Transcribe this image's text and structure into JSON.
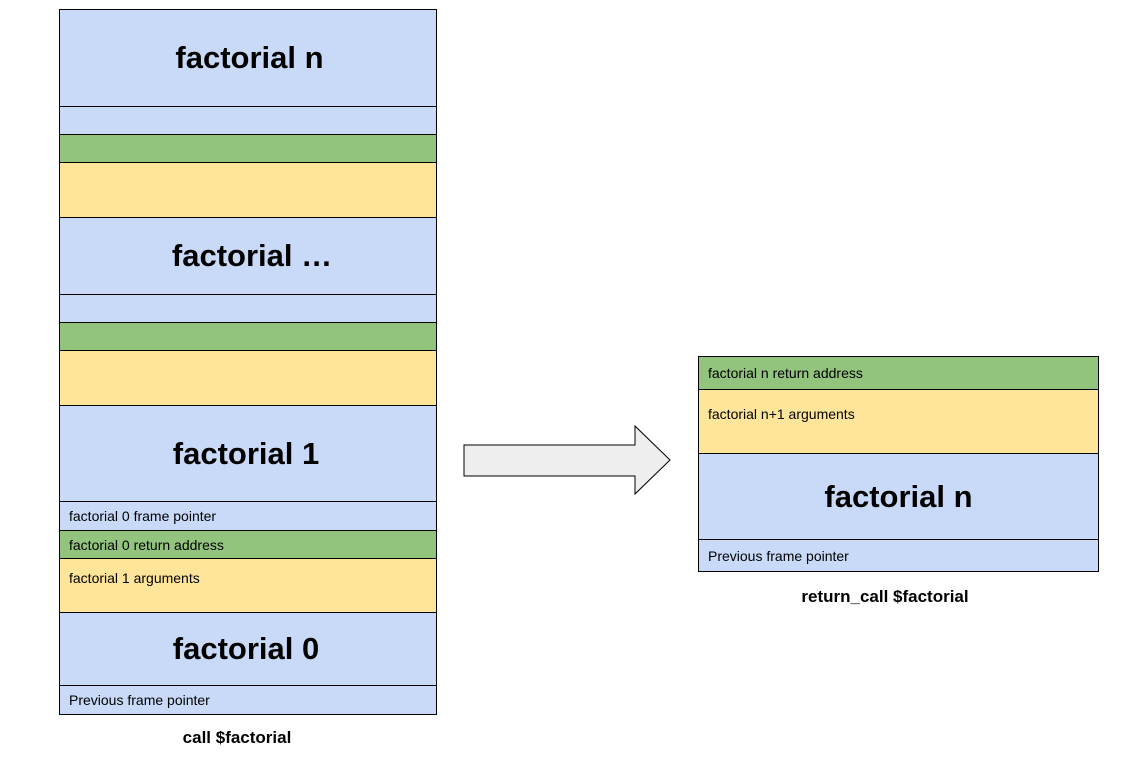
{
  "left_stack": {
    "frames": [
      {
        "title": "factorial n"
      },
      {
        "title": "factorial …"
      },
      {
        "title": "factorial 1",
        "frame_pointer": "factorial 0 frame pointer",
        "return_address": "factorial 0 return address",
        "arguments": "factorial 1 arguments"
      },
      {
        "title": "factorial 0",
        "frame_pointer": "Previous frame pointer"
      }
    ],
    "caption": "call $factorial"
  },
  "right_stack": {
    "return_address": "factorial n return address",
    "arguments": "factorial n+1 arguments",
    "title": "factorial n",
    "frame_pointer": "Previous frame pointer",
    "caption": "return_call $factorial"
  },
  "colors": {
    "frame": "#c9daf8",
    "return_address": "#93c47d",
    "arguments": "#ffe599",
    "arrow_fill": "#eeeeee"
  }
}
